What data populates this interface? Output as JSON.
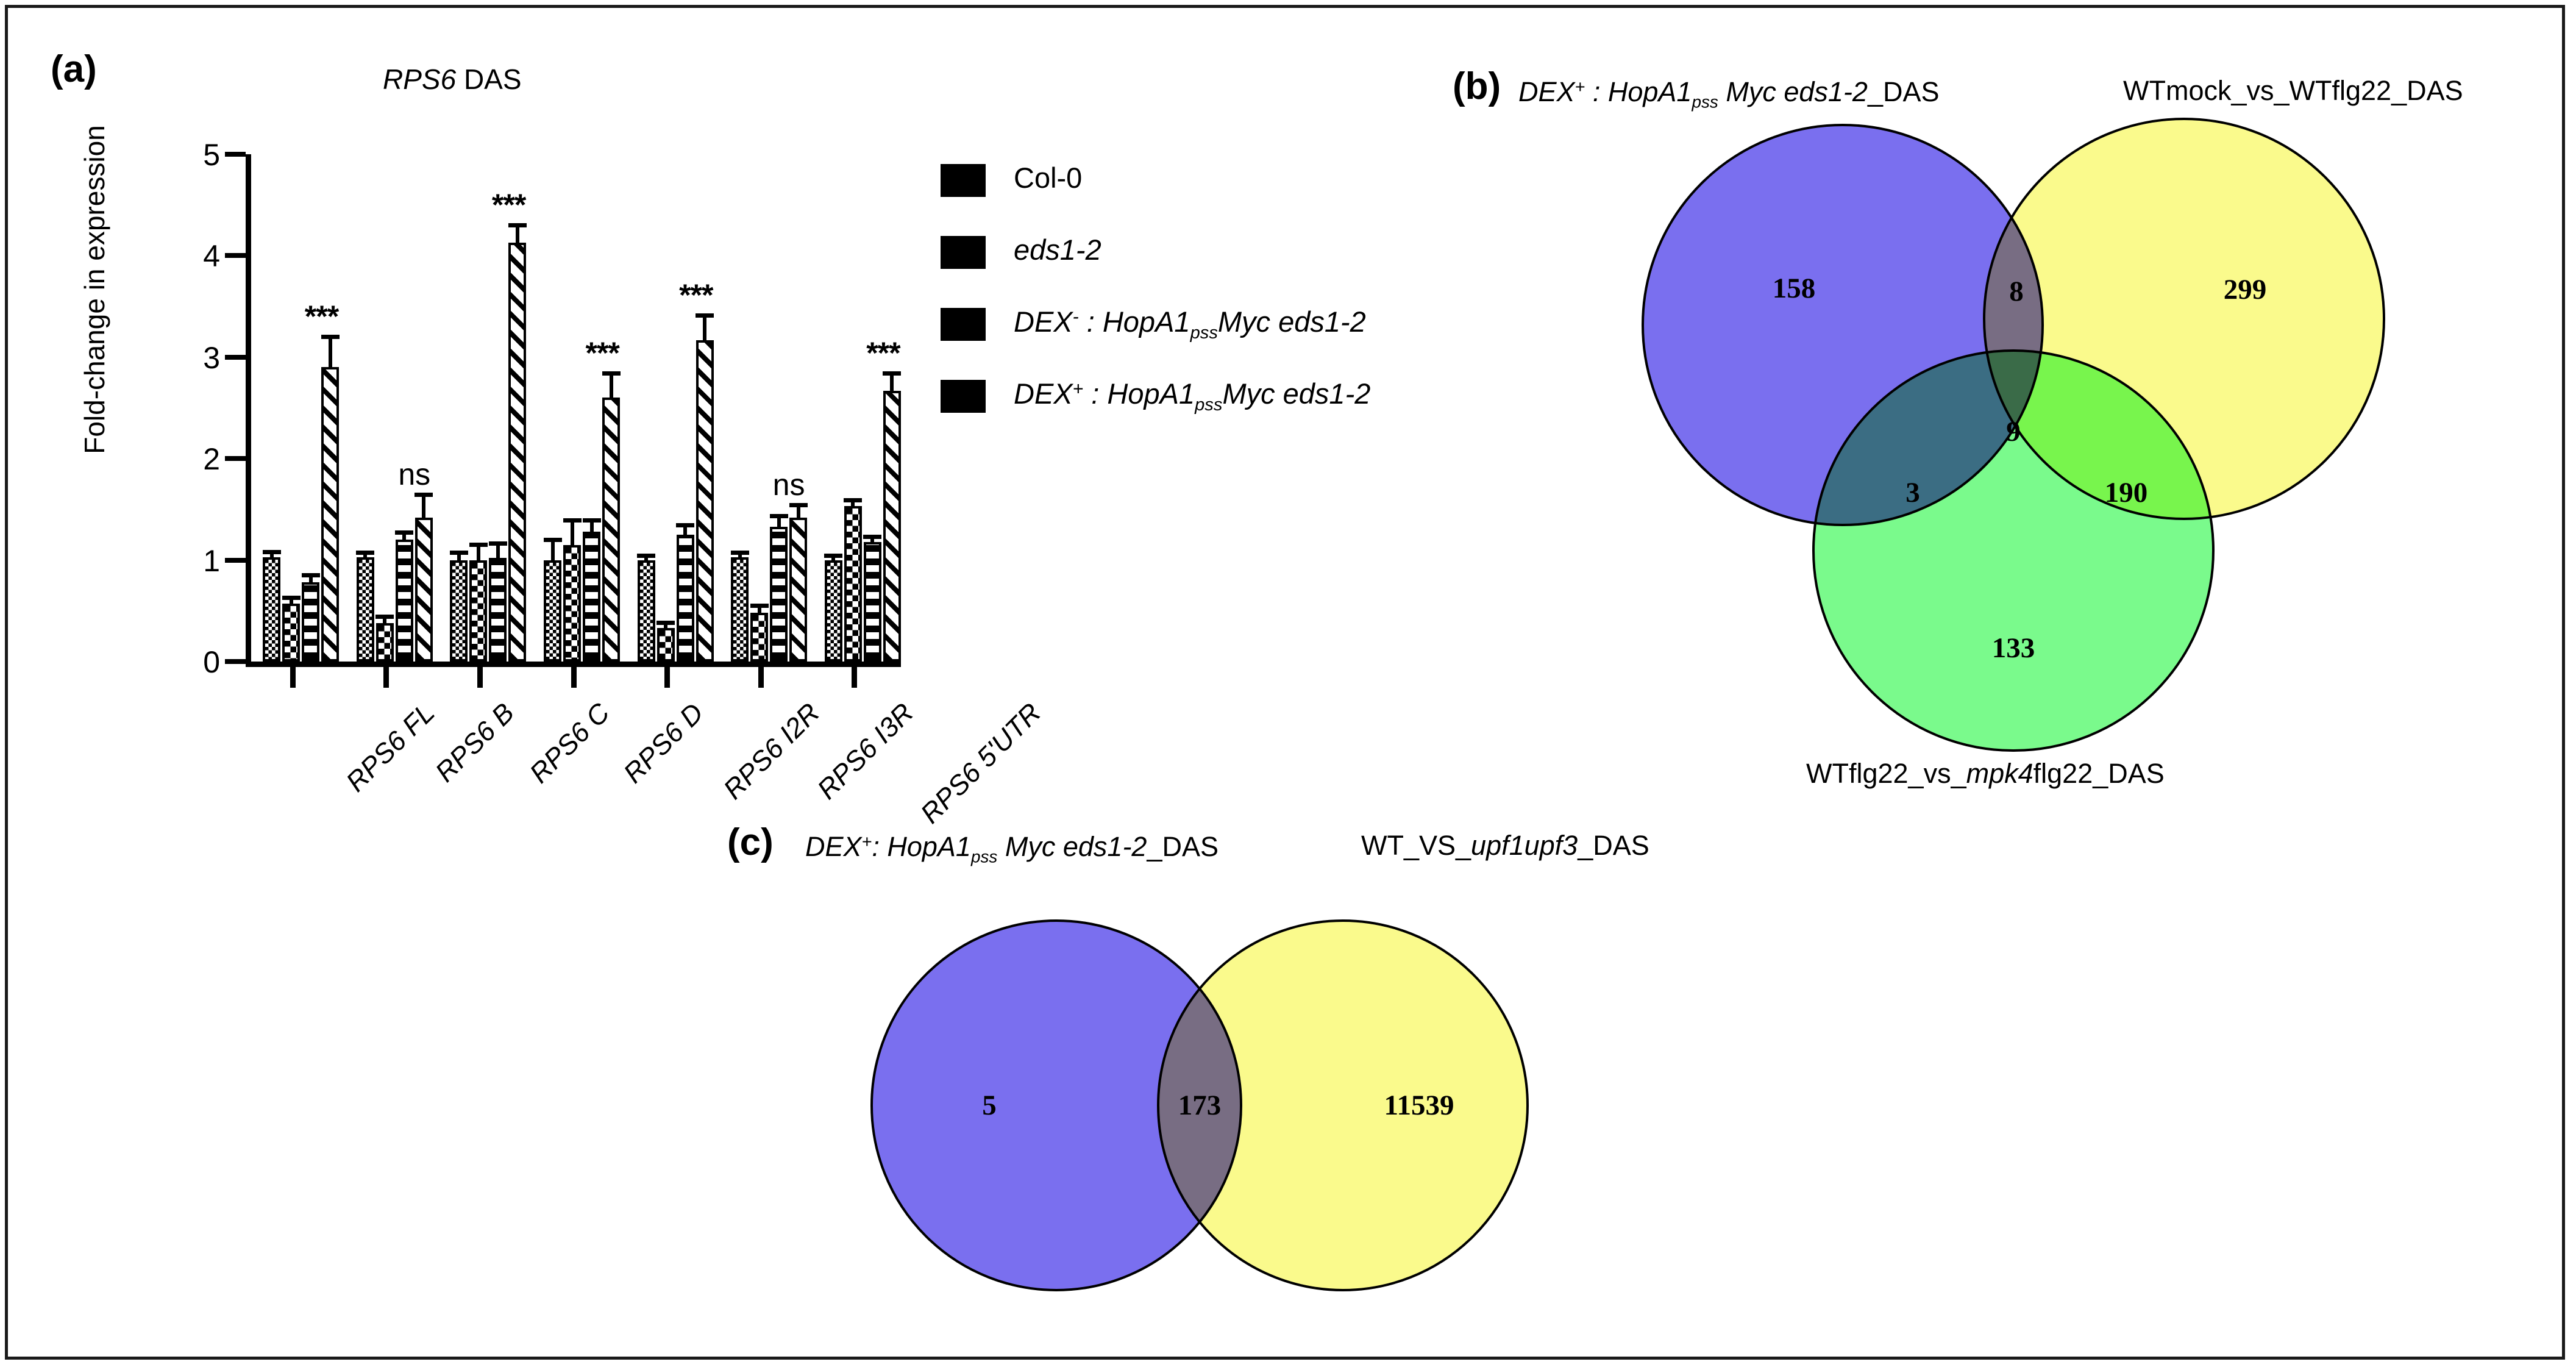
{
  "panel_a": {
    "letter": "(a)",
    "title_italic": "RPS6",
    "title_rest": " DAS",
    "ylabel": "Fold-change in expression",
    "legend": [
      {
        "label": "Col-0",
        "pattern": "dense-checker",
        "italic": false
      },
      {
        "label": "eds1-2",
        "pattern": "sparse-checker",
        "italic": true
      },
      {
        "label": "DEX- : HopA1pssMyc eds1-2",
        "pattern": "horizontal-lines",
        "italic": true
      },
      {
        "label": "DEX+ : HopA1pssMyc eds1-2",
        "pattern": "diagonal-hatch",
        "italic": true
      }
    ]
  },
  "chart_data": {
    "type": "bar",
    "title": "RPS6 DAS",
    "xlabel": "",
    "ylabel": "Fold-change in expression",
    "ylim": [
      0,
      5
    ],
    "yticks": [
      0,
      1,
      2,
      3,
      4,
      5
    ],
    "grid": false,
    "legend_position": "right",
    "categories": [
      "RPS6 FL",
      "RPS6 B",
      "RPS6 C",
      "RPS6 D",
      "RPS6 I2R",
      "RPS6 I3R",
      "RPS6 5'UTR"
    ],
    "series": [
      {
        "name": "Col-0",
        "values": [
          1.03,
          1.03,
          1.0,
          1.0,
          1.0,
          1.03,
          1.0
        ],
        "errors": [
          0.03,
          0.02,
          0.05,
          0.18,
          0.02,
          0.02,
          0.02
        ]
      },
      {
        "name": "eds1-2",
        "values": [
          0.57,
          0.38,
          1.0,
          1.15,
          0.33,
          0.48,
          1.53
        ],
        "errors": [
          0.04,
          0.04,
          0.13,
          0.22,
          0.03,
          0.05,
          0.04
        ]
      },
      {
        "name": "DEX- : HopA1pss Myc eds1-2",
        "values": [
          0.78,
          1.2,
          1.02,
          1.28,
          1.25,
          1.33,
          1.18
        ],
        "errors": [
          0.05,
          0.05,
          0.12,
          0.09,
          0.07,
          0.08,
          0.03
        ]
      },
      {
        "name": "DEX+ : HopA1pss Myc eds1-2",
        "values": [
          2.9,
          1.42,
          4.13,
          2.6,
          3.17,
          1.42,
          2.67
        ],
        "errors": [
          0.28,
          0.2,
          0.15,
          0.22,
          0.22,
          0.1,
          0.15
        ]
      }
    ],
    "significance": [
      "***",
      "ns",
      "***",
      "***",
      "***",
      "ns",
      "***"
    ]
  },
  "panel_b": {
    "letter": "(b)",
    "label_left": "DEX+ : HopA1pss Myc eds1-2_DAS",
    "label_right": "WTmock_vs_WTflg22_DAS",
    "label_bottom": "WTflg22_vs_mpk4flg22_DAS",
    "colors": {
      "set_a": "#7A6FEF",
      "set_b": "#FAFA8C",
      "set_c": "#7AFA8C"
    },
    "venn": {
      "type": "venn3",
      "sets": [
        "DEX+ : HopA1pss Myc eds1-2_DAS",
        "WTmock_vs_WTflg22_DAS",
        "WTflg22_vs_mpk4flg22_DAS"
      ],
      "regions": [
        {
          "id": "A",
          "value": "158"
        },
        {
          "id": "AB",
          "value": "8"
        },
        {
          "id": "B",
          "value": "299"
        },
        {
          "id": "AC",
          "value": "3"
        },
        {
          "id": "ABC",
          "value": "9"
        },
        {
          "id": "BC",
          "value": "190"
        },
        {
          "id": "C",
          "value": "133"
        }
      ]
    }
  },
  "panel_c": {
    "letter": "(c)",
    "label_left": "DEX+: HopA1pss Myc eds1-2_DAS",
    "label_right": "WT_VS_upf1upf3_DAS",
    "colors": {
      "set_a": "#7A6FEF",
      "set_b": "#FAFA8C"
    },
    "venn": {
      "type": "venn2",
      "sets": [
        "DEX+: HopA1pss Myc eds1-2_DAS",
        "WT_VS_upf1upf3_DAS"
      ],
      "regions": [
        {
          "id": "A",
          "value": "5"
        },
        {
          "id": "AB",
          "value": "173"
        },
        {
          "id": "B",
          "value": "11539"
        }
      ]
    }
  }
}
